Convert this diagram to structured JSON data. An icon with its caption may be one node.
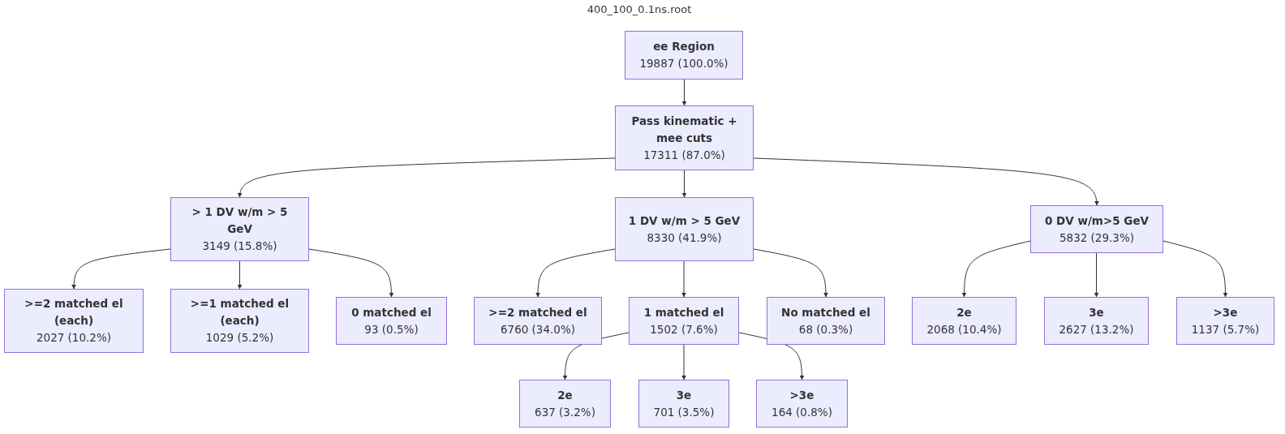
{
  "diagram": {
    "title": "400_100_0.1ns.root",
    "nodes": [
      {
        "text": [
          "ee Region",
          "19887 (100.0%)"
        ]
      },
      {
        "text": [
          "Pass kinematic + mee cuts",
          "17311 (87.0%)"
        ]
      },
      {
        "text": [
          "> 1 DV w/m > 5 GeV",
          "3149 (15.8%)"
        ]
      },
      {
        "text": [
          "1 DV w/m > 5 GeV",
          "8330 (41.9%)"
        ]
      },
      {
        "text": [
          "0 DV w/m>5 GeV",
          "5832 (29.3%)"
        ]
      },
      {
        "text": [
          ">=2 matched el (each)",
          "2027 (10.2%)"
        ]
      },
      {
        "text": [
          ">=1 matched el (each)",
          "1029 (5.2%)"
        ]
      },
      {
        "text": [
          "0 matched el",
          "93 (0.5%)"
        ]
      },
      {
        "text": [
          ">=2 matched el",
          "6760 (34.0%)"
        ]
      },
      {
        "text": [
          "1 matched el",
          "1502 (7.6%)"
        ]
      },
      {
        "text": [
          "No matched el",
          "68 (0.3%)"
        ]
      },
      {
        "text": [
          "2e",
          "2068 (10.4%)"
        ]
      },
      {
        "text": [
          "3e",
          "2627 (13.2%)"
        ]
      },
      {
        "text": [
          ">3e",
          "1137 (5.7%)"
        ]
      },
      {
        "text": [
          "2e",
          "637 (3.2%)"
        ]
      },
      {
        "text": [
          "3e",
          "701 (3.5%)"
        ]
      },
      {
        "text": [
          ">3e",
          "164 (0.8%)"
        ]
      }
    ],
    "edges": [
      {
        "from": 0,
        "to": 1,
        "arrow": "to"
      },
      {
        "from": 1,
        "to": 2,
        "arrow": "to"
      },
      {
        "from": 1,
        "to": 3,
        "arrow": "to"
      },
      {
        "from": 1,
        "to": 4,
        "arrow": "to"
      },
      {
        "from": 2,
        "to": 5,
        "arrow": "to"
      },
      {
        "from": 2,
        "to": 6,
        "arrow": "to"
      },
      {
        "from": 2,
        "to": 7,
        "arrow": "to"
      },
      {
        "from": 3,
        "to": 8,
        "arrow": "to"
      },
      {
        "from": 3,
        "to": 9,
        "arrow": "to"
      },
      {
        "from": 3,
        "to": 10,
        "arrow": "to"
      },
      {
        "from": 4,
        "to": 11,
        "arrow": "to"
      },
      {
        "from": 4,
        "to": 12,
        "arrow": "to"
      },
      {
        "from": 4,
        "to": 13,
        "arrow": "to"
      },
      {
        "from": 9,
        "to": 14,
        "arrow": "to"
      },
      {
        "from": 9,
        "to": 15,
        "arrow": "to"
      },
      {
        "from": 9,
        "to": 16,
        "arrow": "to"
      }
    ]
  }
}
